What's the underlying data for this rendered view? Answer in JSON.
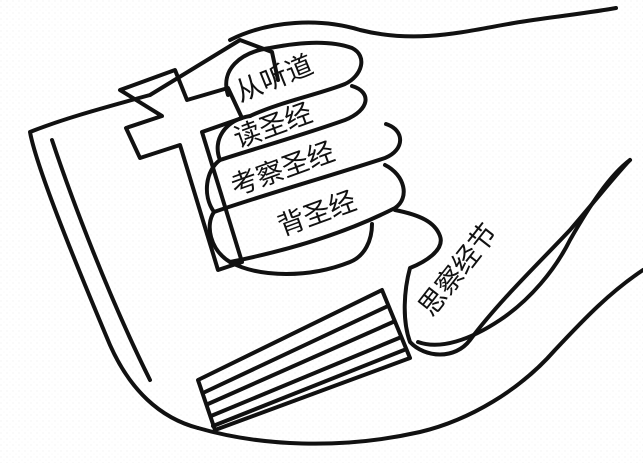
{
  "illustration": {
    "fingers": {
      "finger_1": "从听道",
      "finger_2": "读圣经",
      "finger_3": "考察圣经",
      "finger_4": "背圣经"
    },
    "thumb": "思察经节"
  },
  "colors": {
    "ink": "#111111",
    "paper": "#ffffff"
  }
}
